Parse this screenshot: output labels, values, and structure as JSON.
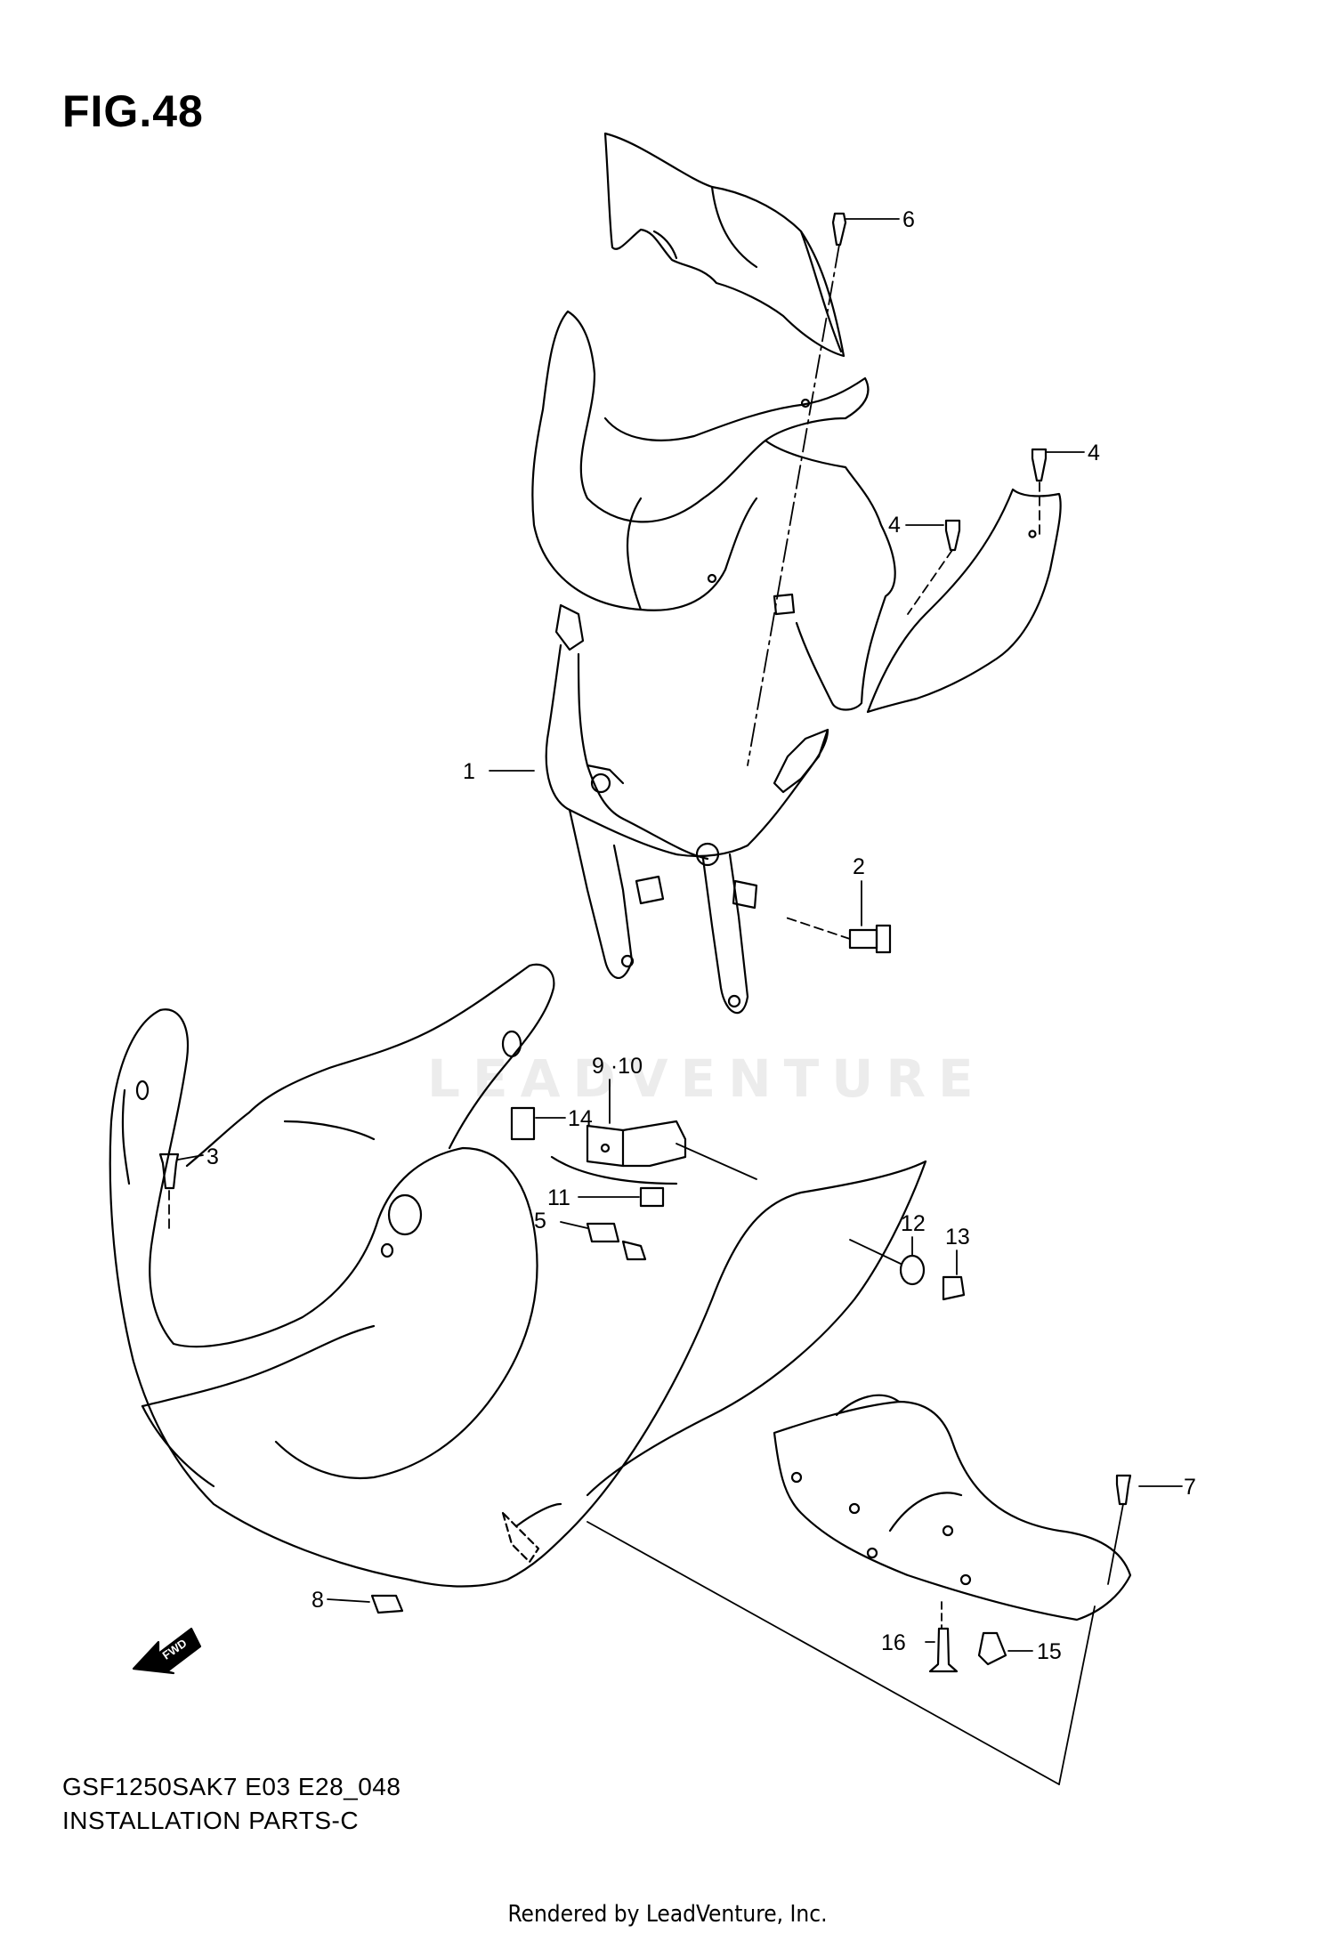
{
  "figure": {
    "title": "FIG.48"
  },
  "watermark": "LEADVENTURE",
  "callouts": [
    {
      "id": "1",
      "label": "1"
    },
    {
      "id": "2",
      "label": "2"
    },
    {
      "id": "3",
      "label": "3"
    },
    {
      "id": "4a",
      "label": "4"
    },
    {
      "id": "4b",
      "label": "4"
    },
    {
      "id": "5",
      "label": "5"
    },
    {
      "id": "6",
      "label": "6"
    },
    {
      "id": "7",
      "label": "7"
    },
    {
      "id": "8",
      "label": "8"
    },
    {
      "id": "9-10",
      "label": "9 ·10"
    },
    {
      "id": "11",
      "label": "11"
    },
    {
      "id": "12",
      "label": "12"
    },
    {
      "id": "13",
      "label": "13"
    },
    {
      "id": "14",
      "label": "14"
    },
    {
      "id": "15",
      "label": "15"
    },
    {
      "id": "16",
      "label": "16"
    }
  ],
  "fwd_badge": "FWD",
  "footer": {
    "code": "GSF1250SAK7 E03 E28_048",
    "name": "INSTALLATION PARTS-C",
    "credit": "Rendered by LeadVenture, Inc."
  }
}
